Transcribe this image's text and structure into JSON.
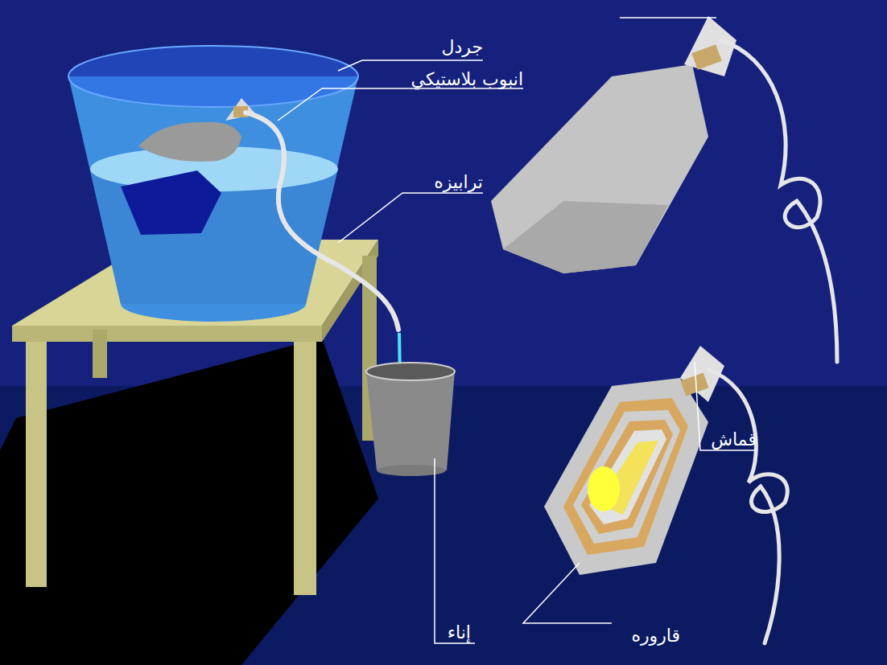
{
  "diagram": {
    "labels": [
      "جردل",
      "انبوب بلاستيكي",
      "ترابيزه",
      "إناء",
      "قماش",
      "قاروره"
    ]
  }
}
